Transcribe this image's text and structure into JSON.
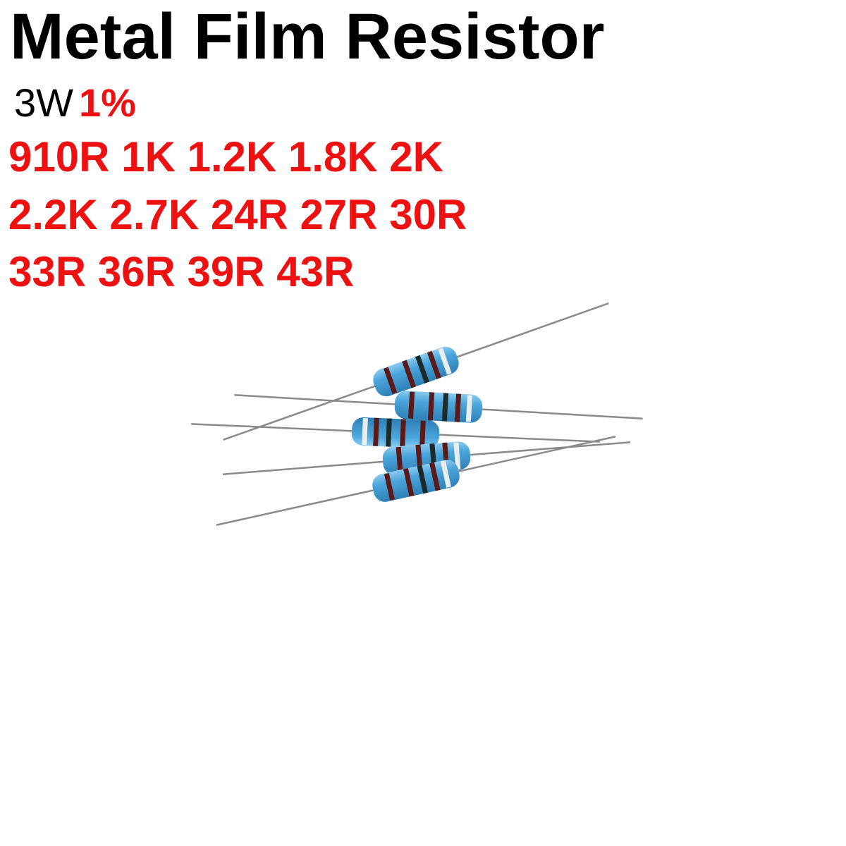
{
  "title": "Metal Film Resistor",
  "power": "3W",
  "tolerance": "1%",
  "value_rows": [
    "910R 1K 1.2K 1.8K 2K",
    "2.2K 2.7K 24R 27R 30R",
    "33R 36R 39R 43R"
  ],
  "colors": {
    "accent": "#ee1111",
    "body": "#4aa3d6",
    "band": "#5a1a1a"
  }
}
